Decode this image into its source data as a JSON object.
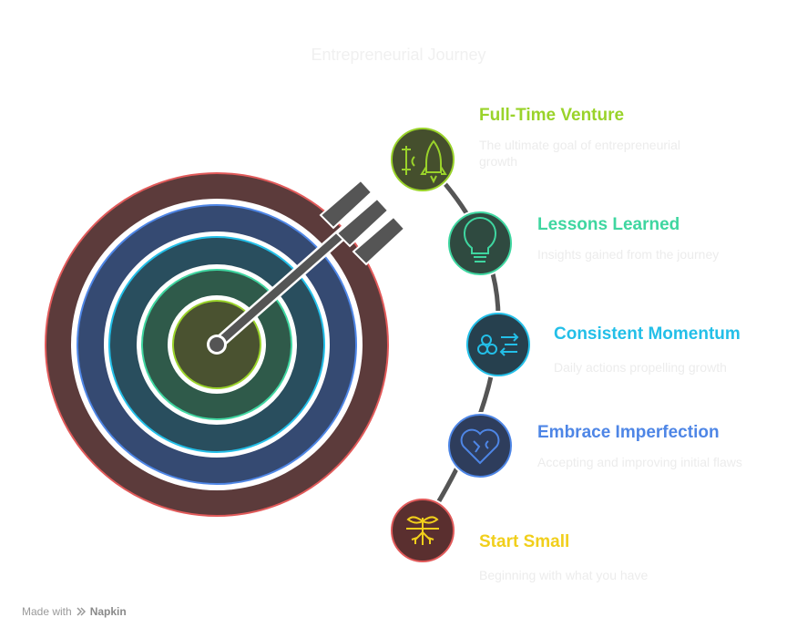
{
  "title": "Entrepreneurial Journey",
  "steps": [
    {
      "title": "Full-Time Venture",
      "desc": "The ultimate goal of entrepreneurial growth",
      "color": "#9ad32a",
      "circle": "#454f2d"
    },
    {
      "title": "Lessons Learned",
      "desc": "Insights gained from the journey",
      "color": "#3fd6a0",
      "circle": "#2f4a40"
    },
    {
      "title": "Consistent Momentum",
      "desc": "Daily actions propelling growth",
      "color": "#23bfe8",
      "circle": "#26404e"
    },
    {
      "title": "Embrace Imperfection",
      "desc": "Accepting and improving initial flaws",
      "color": "#4e86e6",
      "circle": "#2e3d5c"
    },
    {
      "title": "Start Small",
      "desc": "Beginning with what you have",
      "color": "#f1cf1b",
      "circle": "#5a2f2f"
    }
  ],
  "icons": [
    "rocket-launch-icon",
    "lightbulb-icon",
    "flow-arrows-icon",
    "puzzle-heart-icon",
    "sprout-roots-icon"
  ],
  "target_colors": {
    "outer_fill": "#5c3b3b",
    "outer_stroke": "#e15a5a",
    "ring2_fill": "#354a72",
    "ring2_stroke": "#4e86e6",
    "ring3_fill": "#294e5e",
    "ring3_stroke": "#23bfe8",
    "ring4_fill": "#2f5a4a",
    "ring4_stroke": "#3fd6a0",
    "bull_fill": "#4a5230",
    "bull_stroke": "#9ad32a"
  },
  "footer": {
    "made_with": "Made with",
    "brand": "Napkin"
  }
}
